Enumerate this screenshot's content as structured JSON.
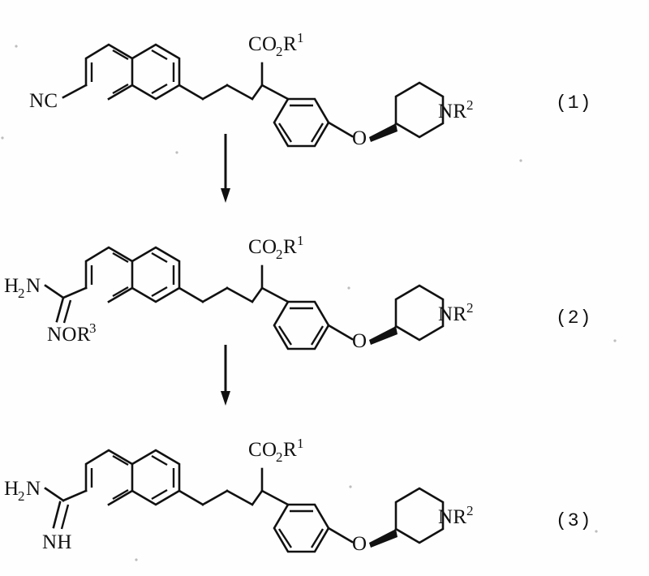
{
  "document": {
    "type": "chemical-reaction-scheme",
    "title": "Synthesis scheme: nitrile to amidoxime to amidine",
    "background_color": "#fefefe",
    "ink_color": "#111111",
    "step_count": 3
  },
  "equation_labels": {
    "first": "(1)",
    "second": "(2)",
    "third": "(3)"
  },
  "structures": [
    {
      "id": "structure-1",
      "label": "(1)",
      "left_group": "NC",
      "ester_group": {
        "base": "CO",
        "subscript": "2",
        "element": "R",
        "superscript": "1"
      },
      "amine_group": {
        "base": "NR",
        "superscript": "2"
      },
      "ether_atom": "O",
      "core": "naphthalene",
      "aryl": "phenylene",
      "saturated_ring": "piperidine",
      "stereo_bond": "wedge"
    },
    {
      "id": "structure-2",
      "label": "(2)",
      "left_group_amine": {
        "base": "H",
        "subscript": "2",
        "element": "N"
      },
      "left_group_oxime": {
        "base": "NOR",
        "superscript": "3"
      },
      "ester_group": {
        "base": "CO",
        "subscript": "2",
        "element": "R",
        "superscript": "1"
      },
      "amine_group": {
        "base": "NR",
        "superscript": "2"
      },
      "ether_atom": "O",
      "core": "naphthalene",
      "aryl": "phenylene",
      "saturated_ring": "piperidine",
      "stereo_bond": "wedge"
    },
    {
      "id": "structure-3",
      "label": "(3)",
      "left_group_amine": {
        "base": "H",
        "subscript": "2",
        "element": "N"
      },
      "left_group_imine": "NH",
      "ester_group": {
        "base": "CO",
        "subscript": "2",
        "element": "R",
        "superscript": "1"
      },
      "amine_group": {
        "base": "NR",
        "superscript": "2"
      },
      "ether_atom": "O",
      "core": "naphthalene",
      "aryl": "phenylene",
      "saturated_ring": "piperidine",
      "stereo_bond": "wedge"
    }
  ],
  "arrows": [
    {
      "id": "arrow-1",
      "direction": "down",
      "from": "structure-1",
      "to": "structure-2"
    },
    {
      "id": "arrow-2",
      "direction": "down",
      "from": "structure-2",
      "to": "structure-3"
    }
  ]
}
